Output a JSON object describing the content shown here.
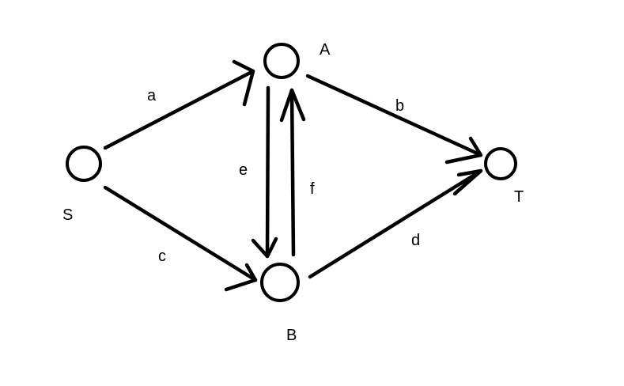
{
  "nodes": {
    "S": "S",
    "A": "A",
    "B": "B",
    "T": "T"
  },
  "edges": {
    "a": "a",
    "b": "b",
    "c": "c",
    "d": "d",
    "e": "e",
    "f": "f"
  },
  "colors": {
    "stroke": "#000000",
    "background": "#ffffff"
  }
}
